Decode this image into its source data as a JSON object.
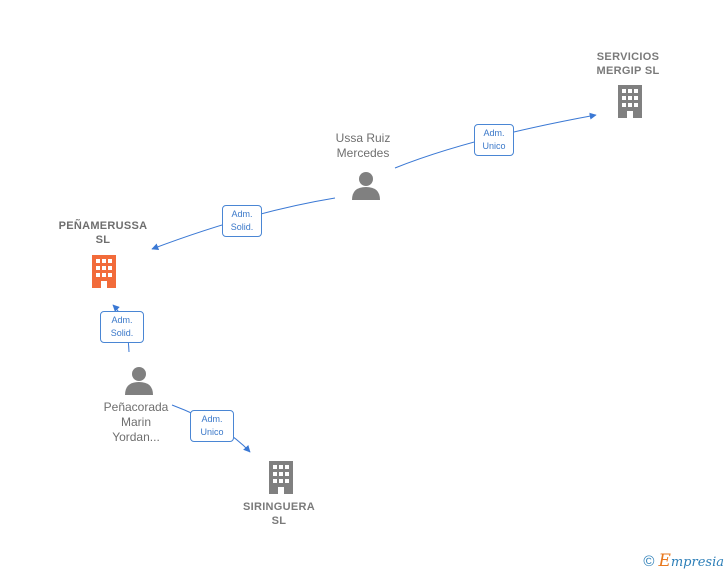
{
  "nodes": {
    "servicios": {
      "line1": "SERVICIOS",
      "line2": "MERGIP SL",
      "type": "company",
      "icon": "building-icon",
      "color": "#808080"
    },
    "ussa": {
      "line1": "Ussa Ruiz",
      "line2": "Mercedes",
      "type": "person",
      "icon": "person-icon",
      "color": "#808080"
    },
    "penamerussa": {
      "line1": "PEÑAMERUSSA",
      "line2": "SL",
      "type": "company",
      "icon": "building-icon",
      "color": "#f26b3a"
    },
    "penacorada": {
      "line1": "Peñacorada",
      "line2": "Marin",
      "line3": "Yordan...",
      "type": "person",
      "icon": "person-icon",
      "color": "#808080"
    },
    "siringuera": {
      "line1": "SIRINGUERA",
      "line2": "SL",
      "type": "company",
      "icon": "building-icon",
      "color": "#808080"
    }
  },
  "edges": [
    {
      "from": "ussa",
      "to": "servicios",
      "line1": "Adm.",
      "line2": "Unico"
    },
    {
      "from": "ussa",
      "to": "penamerussa",
      "line1": "Adm.",
      "line2": "Solid."
    },
    {
      "from": "penacorada",
      "to": "penamerussa",
      "line1": "Adm.",
      "line2": "Solid."
    },
    {
      "from": "penacorada",
      "to": "siringuera",
      "line1": "Adm.",
      "line2": "Unico"
    }
  ],
  "edge_color": "#3a78d4",
  "brand": {
    "copyright": "©",
    "name_initial": "E",
    "name_rest": "mpresia"
  }
}
